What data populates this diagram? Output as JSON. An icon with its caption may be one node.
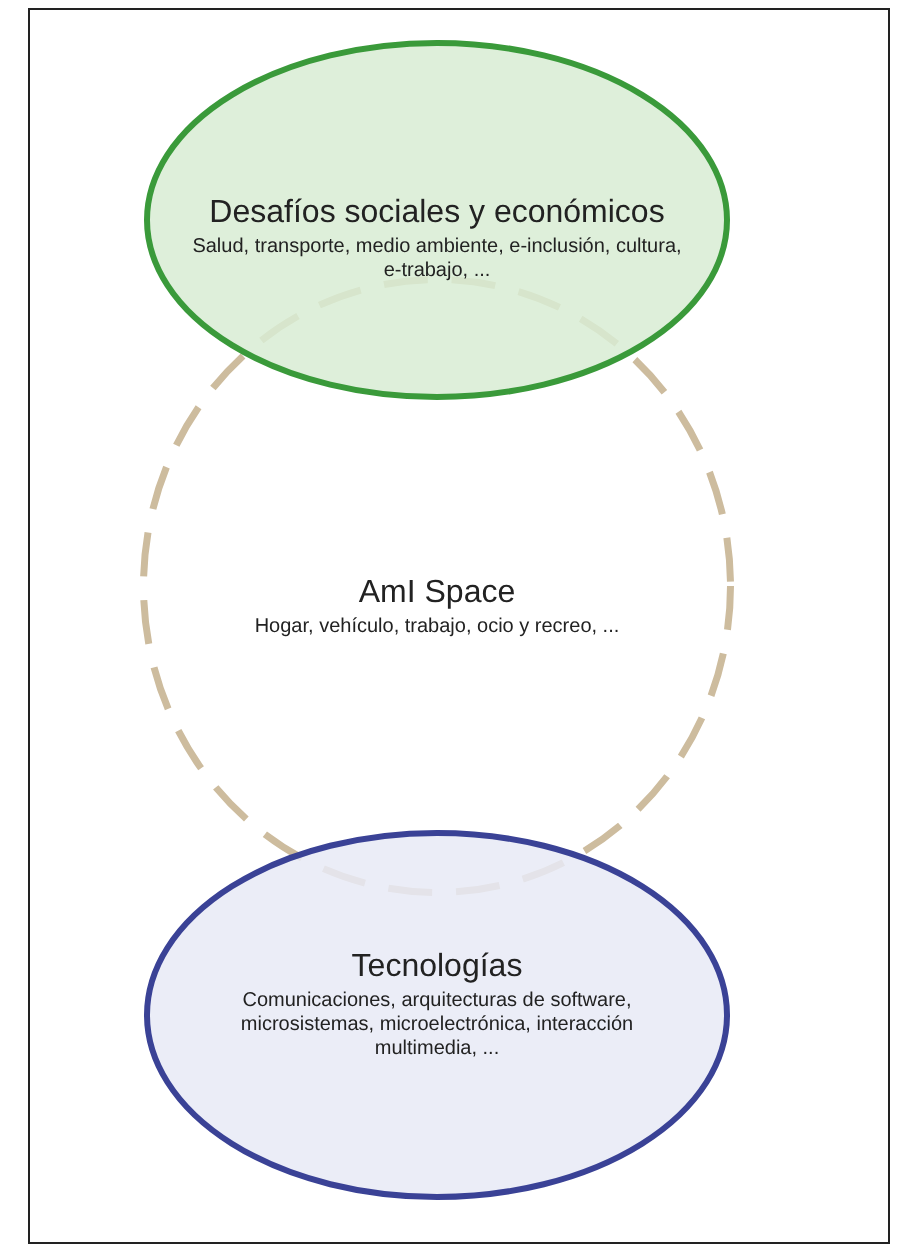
{
  "diagram": {
    "nodes": [
      {
        "text": [
          "Desafíos sociales y económicos",
          "Salud, transporte, medio ambiente, e-inclusión, cultura, e-trabajo, ..."
        ]
      },
      {
        "text": [
          "AmI Space",
          "Hogar, vehículo, trabajo, ocio y recreo, ..."
        ]
      },
      {
        "text": [
          "Tecnologías",
          "Comunicaciones, arquitecturas de software, microsistemas, microelectrónica, interacción multimedia, ..."
        ]
      }
    ]
  }
}
